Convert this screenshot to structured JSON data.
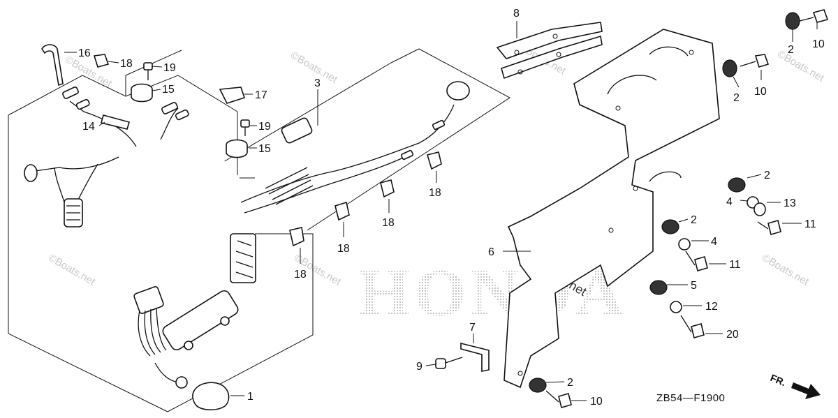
{
  "callouts": [
    {
      "id": "c1",
      "label": "1"
    },
    {
      "id": "c2a",
      "label": "2"
    },
    {
      "id": "c2b",
      "label": "2"
    },
    {
      "id": "c2c",
      "label": "2"
    },
    {
      "id": "c2d",
      "label": "2"
    },
    {
      "id": "c2e",
      "label": "2"
    },
    {
      "id": "c3",
      "label": "3"
    },
    {
      "id": "c4a",
      "label": "4"
    },
    {
      "id": "c4b",
      "label": "4"
    },
    {
      "id": "c5",
      "label": "5"
    },
    {
      "id": "c6",
      "label": "6"
    },
    {
      "id": "c7",
      "label": "7"
    },
    {
      "id": "c8",
      "label": "8"
    },
    {
      "id": "c9",
      "label": "9"
    },
    {
      "id": "c10a",
      "label": "10"
    },
    {
      "id": "c10b",
      "label": "10"
    },
    {
      "id": "c10c",
      "label": "10"
    },
    {
      "id": "c11a",
      "label": "11"
    },
    {
      "id": "c11b",
      "label": "11"
    },
    {
      "id": "c12",
      "label": "12"
    },
    {
      "id": "c13",
      "label": "13"
    },
    {
      "id": "c14",
      "label": "14"
    },
    {
      "id": "c15a",
      "label": "15"
    },
    {
      "id": "c15b",
      "label": "15"
    },
    {
      "id": "c16",
      "label": "16"
    },
    {
      "id": "c17",
      "label": "17"
    },
    {
      "id": "c18a",
      "label": "18"
    },
    {
      "id": "c18b",
      "label": "18"
    },
    {
      "id": "c18c",
      "label": "18"
    },
    {
      "id": "c18d",
      "label": "18"
    },
    {
      "id": "c18e",
      "label": "18"
    },
    {
      "id": "c19a",
      "label": "19"
    },
    {
      "id": "c19b",
      "label": "19"
    },
    {
      "id": "c20",
      "label": "20"
    }
  ],
  "diagram_code": "ZB54—F1900",
  "front_indicator": "FR.",
  "brand_watermark": "HONDA",
  "watermark": "©Boats.net"
}
